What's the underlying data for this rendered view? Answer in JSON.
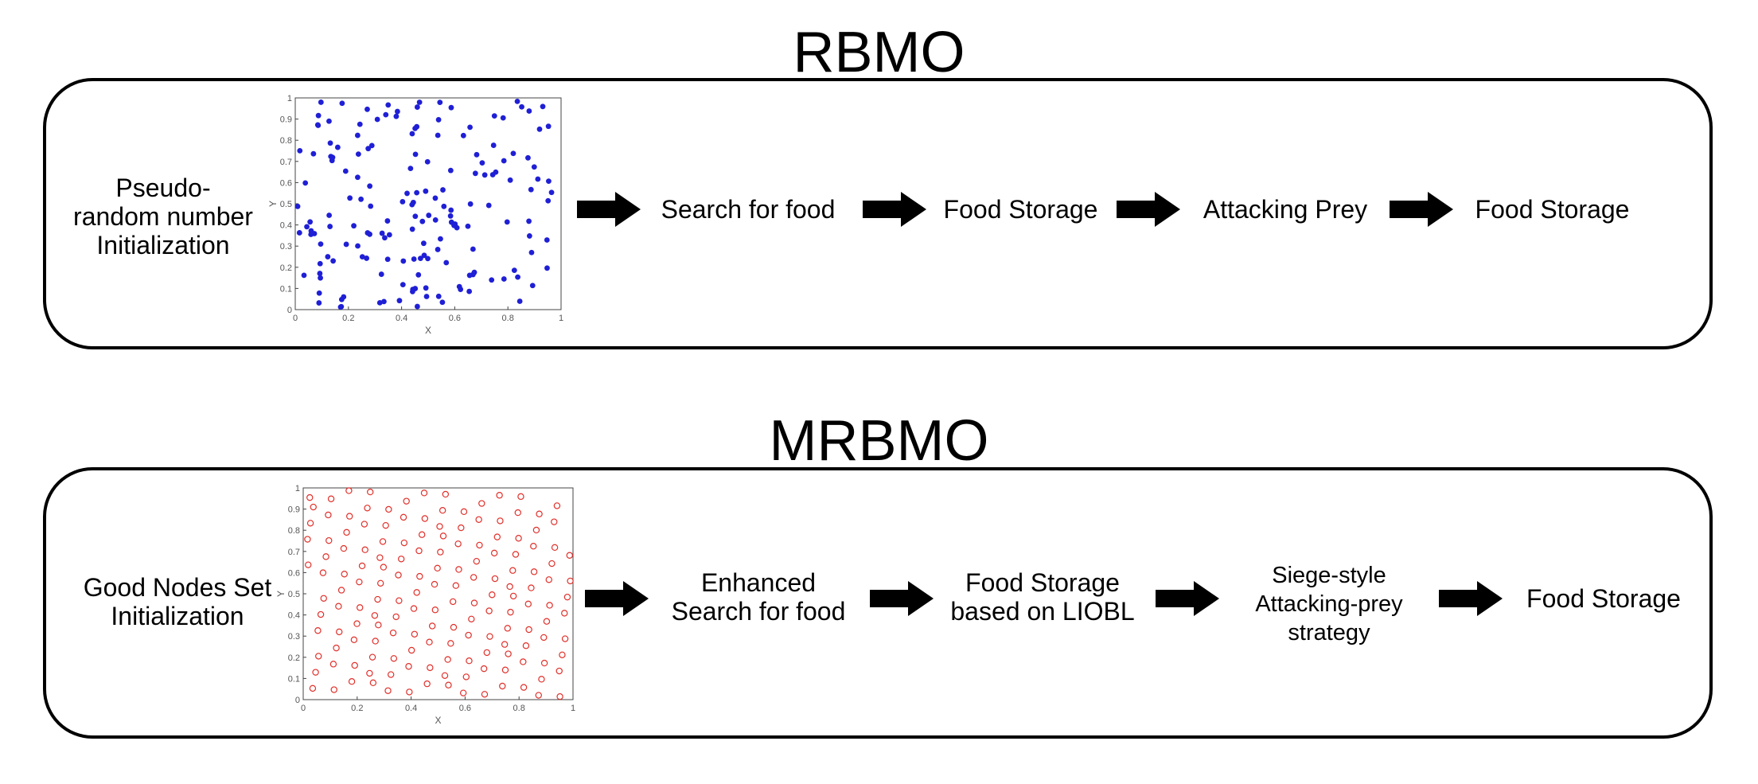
{
  "rbmo": {
    "title": "RBMO",
    "init_label": "Pseudo-\nrandom number\nInitialization",
    "steps": [
      "Search for food",
      "Food Storage",
      "Attacking Prey",
      "Food Storage"
    ],
    "point_color": "#1f1fd6",
    "plot": {
      "xlabel": "X",
      "ylabel": "Y",
      "xticks": [
        "0",
        "0.2",
        "0.4",
        "0.6",
        "0.8",
        "1"
      ],
      "yticks": [
        "0",
        "0.1",
        "0.2",
        "0.3",
        "0.4",
        "0.5",
        "0.6",
        "0.7",
        "0.8",
        "0.9",
        "1"
      ]
    }
  },
  "mrbmo": {
    "title": "MRBMO",
    "init_label": "Good Nodes Set\nInitialization",
    "steps": [
      "Enhanced\nSearch for food",
      "Food Storage\nbased on LIOBL",
      "Siege-style\nAttacking-prey\nstrategy",
      "Food Storage"
    ],
    "point_color": "#e0302a",
    "plot": {
      "xlabel": "X",
      "ylabel": "Y",
      "xticks": [
        "0",
        "0.2",
        "0.4",
        "0.6",
        "0.8",
        "1"
      ],
      "yticks": [
        "0",
        "0.1",
        "0.2",
        "0.3",
        "0.4",
        "0.5",
        "0.6",
        "0.7",
        "0.8",
        "0.9",
        "1"
      ]
    }
  }
}
